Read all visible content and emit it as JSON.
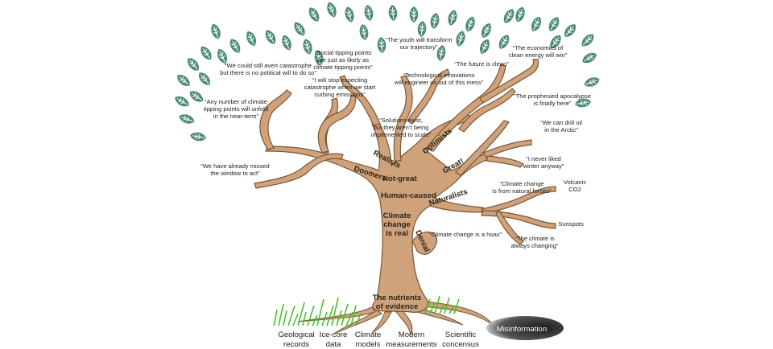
{
  "colors": {
    "background": "#ffffff",
    "tree_fill": "#cfa27c",
    "tree_stroke": "#7a5634",
    "leaf_fill": "#4d8a76",
    "leaf_vein": "#ffffff",
    "grass": "#3fbf24",
    "misinformation_oval": "#2b2b2b",
    "text": "#1e1e1e"
  },
  "trunk_labels": {
    "realists": "Realists",
    "optimists": "Optimists",
    "doomers": "Doomers",
    "not_great": "Not-great",
    "great": "Great!",
    "human_caused": "Human-caused",
    "naturalists": "Naturalists",
    "climate_change_is_real": [
      "Climate",
      "change",
      "is real"
    ],
    "denial": "Denial",
    "nutrients": [
      "The nutrients",
      "of evidence"
    ]
  },
  "quotes": {
    "youth": [
      "“The youth will transform",
      "our trajectory”"
    ],
    "economics": [
      "“The economics of",
      "clean energy will win”"
    ],
    "social_tipping": [
      "“Social tipping points",
      "are just as likely as",
      "climate tipping points”"
    ],
    "avert": [
      "“We could still avert catastrophe",
      "but there is no political will to do so”"
    ],
    "future_clean": [
      "“The future is clean”"
    ],
    "tech_innovations": [
      "“Technological innovations",
      "will engineer us out of this mess”"
    ],
    "stop_expecting": [
      "“I will stop expecting",
      "catastrophe when we start",
      "curbing emissions”"
    ],
    "prophesied": [
      "“The prophesied apocalypse",
      "is finally here”"
    ],
    "tipping_unfold": [
      "“Any number of climate",
      "tipping points will unfold",
      "in the near-term”"
    ],
    "solutions_exist": [
      "“Solutions exist,",
      "but they aren’t being",
      "implemented to scale”"
    ],
    "drill_oil": [
      "“We can drill oil",
      "in the Arctic”"
    ],
    "never_liked": [
      "“I never liked",
      "winter anyway”"
    ],
    "already_missed": [
      "“We have already missed",
      "the window to act”"
    ],
    "natural_forces": [
      "“Climate change",
      "is from natural forces”"
    ],
    "volcanic": [
      "Volcanic",
      "CO2"
    ],
    "sunspots": [
      "Sunspots"
    ],
    "hoax": [
      "“Climate change is a hoax”"
    ],
    "always_changing": [
      "“The climate is",
      "always changing”"
    ]
  },
  "roots": {
    "geological": [
      "Geological",
      "records"
    ],
    "ice_core": [
      "Ice-core",
      "data"
    ],
    "climate_models": [
      "Climate",
      "models"
    ],
    "modern": [
      "Modern",
      "measurements"
    ],
    "scientific": [
      "Scientific",
      "concensus"
    ],
    "misinformation": "Misinformation"
  }
}
